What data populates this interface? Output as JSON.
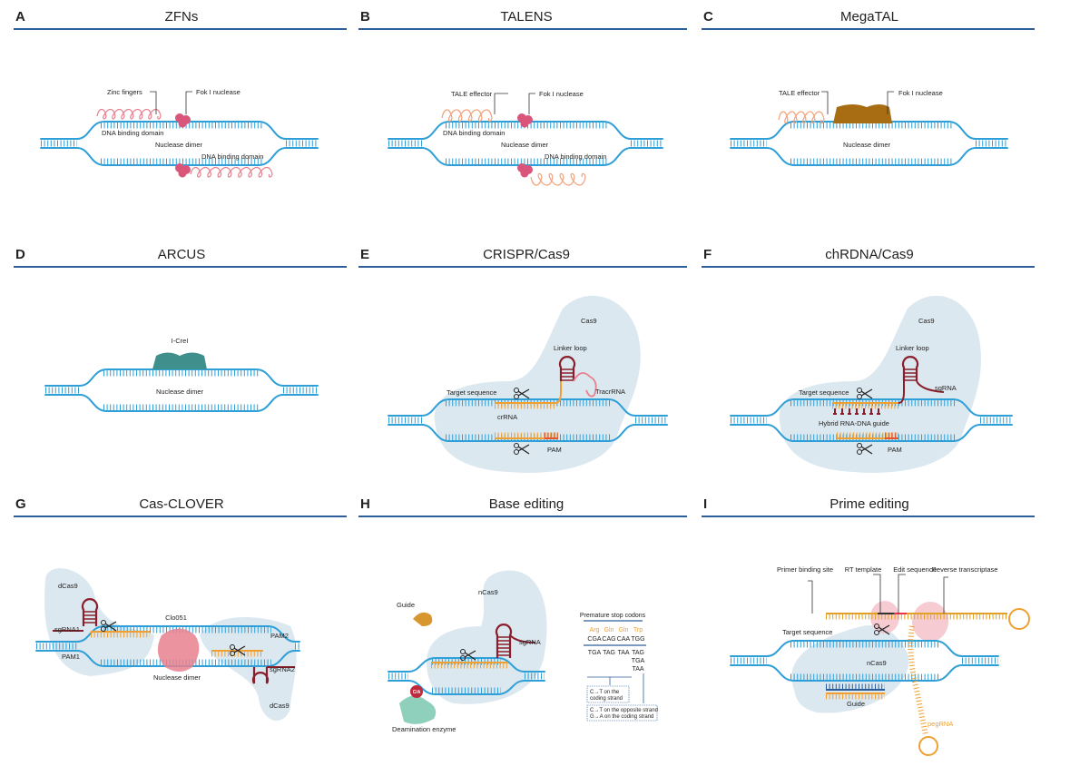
{
  "colors": {
    "dna": "#2f9fd8",
    "title_rule": "#2d5f9a",
    "cas_blob": "#dce8f0",
    "zf_protein": "#e8808e",
    "fok": "#d9557a",
    "megatal": "#a86d12",
    "arcus": "#3f8f8c",
    "rna_orange": "#f0a032",
    "sgrna_red": "#8a1f2b",
    "pam": "#e8542a"
  },
  "panels": [
    {
      "letter": "A",
      "title": "ZFNs",
      "labels": [
        "Zinc fingers",
        "Fok I nuclease",
        "DNA binding domain",
        "Nuclease dimer",
        "DNA binding domain"
      ]
    },
    {
      "letter": "B",
      "title": "TALENS",
      "labels": [
        "TALE effector",
        "Fok I nuclease",
        "DNA binding domain",
        "Nuclease dimer",
        "DNA binding domain"
      ]
    },
    {
      "letter": "C",
      "title": "MegaTAL",
      "labels": [
        "TALE effector",
        "Fok I nuclease",
        "Nuclease dimer"
      ]
    },
    {
      "letter": "D",
      "title": "ARCUS",
      "labels": [
        "I-CreI",
        "Nuclease dimer"
      ]
    },
    {
      "letter": "E",
      "title": "CRISPR/Cas9",
      "labels": [
        "Cas9",
        "Linker loop",
        "TracrRNA",
        "Target sequence",
        "crRNA",
        "PAM"
      ]
    },
    {
      "letter": "F",
      "title": "chRDNA/Cas9",
      "labels": [
        "Cas9",
        "Linker loop",
        "sgRNA",
        "Target sequence",
        "Hybrid RNA-DNA guide",
        "PAM"
      ]
    },
    {
      "letter": "G",
      "title": "Cas-CLOVER",
      "labels": [
        "dCas9",
        "sgRNA1",
        "PAM1",
        "Clo051",
        "Nuclease dimer",
        "PAM2",
        "sgRNA2",
        "dCas9"
      ]
    },
    {
      "letter": "H",
      "title": "Base editing",
      "labels": [
        "nCas9",
        "Guide",
        "sgRNA",
        "Deamination enzyme",
        "C/A"
      ]
    },
    {
      "letter": "I",
      "title": "Prime editing",
      "labels": [
        "Primer binding site",
        "RT template",
        "Edit sequence",
        "Reverse transcriptase",
        "Target sequence",
        "nCas9",
        "Guide",
        "pegRNA"
      ]
    }
  ],
  "stop_codons": {
    "title": "Premature stop codons",
    "amino_acids": [
      "Arg",
      "Gln",
      "Gln",
      "Trp"
    ],
    "codons": [
      "CGA",
      "CAG",
      "CAA",
      "TGG"
    ],
    "stops": [
      "TGA",
      "TAG",
      "TAA",
      "TAG"
    ],
    "extra_stops": [
      "TGA",
      "TAA"
    ],
    "note1": [
      "C→T on the",
      "coding strand"
    ],
    "note2": [
      "C→T on the opposite strand",
      "G→A on the coding strand"
    ]
  }
}
